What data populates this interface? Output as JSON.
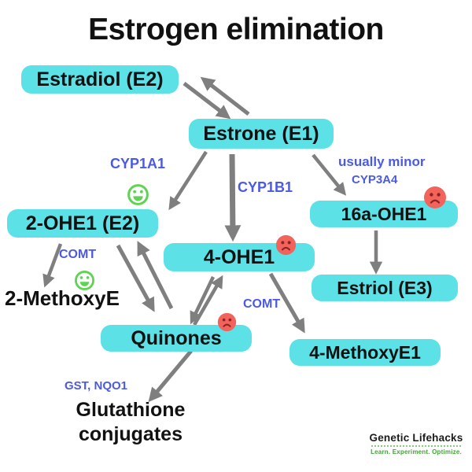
{
  "title": "Estrogen elimination",
  "boxes": {
    "estradiol": {
      "label": "Estradiol (E2)"
    },
    "estrone": {
      "label": "Estrone (E1)"
    },
    "ohe1_2": {
      "label": "2-OHE1 (E2)",
      "mood": "good"
    },
    "ohe1_16a": {
      "label": "16a-OHE1",
      "mood": "bad"
    },
    "ohe1_4": {
      "label": "4-OHE1",
      "mood": "bad"
    },
    "estriol": {
      "label": "Estriol (E3)"
    },
    "quinones": {
      "label": "Quinones",
      "mood": "bad"
    },
    "methoxye1_4": {
      "label": "4-MethoxyE1"
    }
  },
  "plain_nodes": {
    "methoxye_2": {
      "label": "2-MethoxyE",
      "mood": "good"
    },
    "glutathione": {
      "line1": "Glutathione",
      "line2": "conjugates"
    }
  },
  "enzyme_labels": {
    "cyp1a1": {
      "label": "CYP1A1"
    },
    "cyp1b1": {
      "label": "CYP1B1"
    },
    "usually_minor": {
      "label": "usually minor"
    },
    "cyp3a4": {
      "label": "CYP3A4"
    },
    "comt_left": {
      "label": "COMT"
    },
    "comt_right": {
      "label": "COMT"
    },
    "gst_nqo1": {
      "label": "GST, NQO1"
    }
  },
  "icons": {
    "good": "smiley-face-icon",
    "bad": "sad-face-icon"
  },
  "logo": {
    "name": "Genetic Lifehacks",
    "tagline": "Learn. Experiment. Optimize."
  },
  "colors": {
    "box": "#5CE1E6",
    "enzyme": "#4B5AE2",
    "arrow": "#7F7F7F",
    "good": "#5FD353",
    "bad": "#F2635C",
    "bad_dark": "#8B2323",
    "logo_green": "#44A339"
  }
}
